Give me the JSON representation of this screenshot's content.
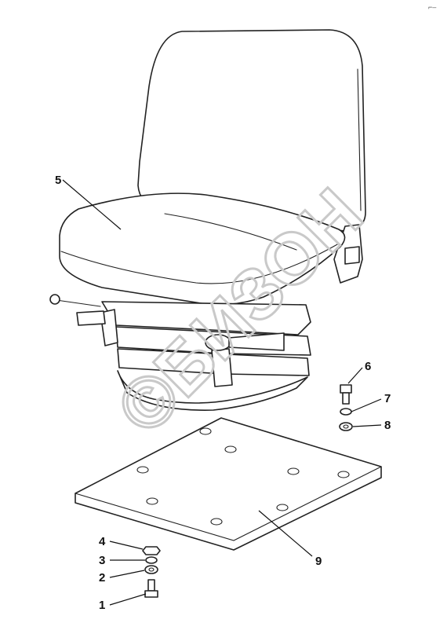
{
  "diagram": {
    "watermark": "©БИЗОН",
    "corner_mark": "⌐–",
    "callouts": [
      {
        "id": "1",
        "label": "1"
      },
      {
        "id": "2",
        "label": "2"
      },
      {
        "id": "3",
        "label": "3"
      },
      {
        "id": "4",
        "label": "4"
      },
      {
        "id": "5",
        "label": "5"
      },
      {
        "id": "6",
        "label": "6"
      },
      {
        "id": "7",
        "label": "7"
      },
      {
        "id": "8",
        "label": "8"
      },
      {
        "id": "9",
        "label": "9"
      }
    ]
  }
}
